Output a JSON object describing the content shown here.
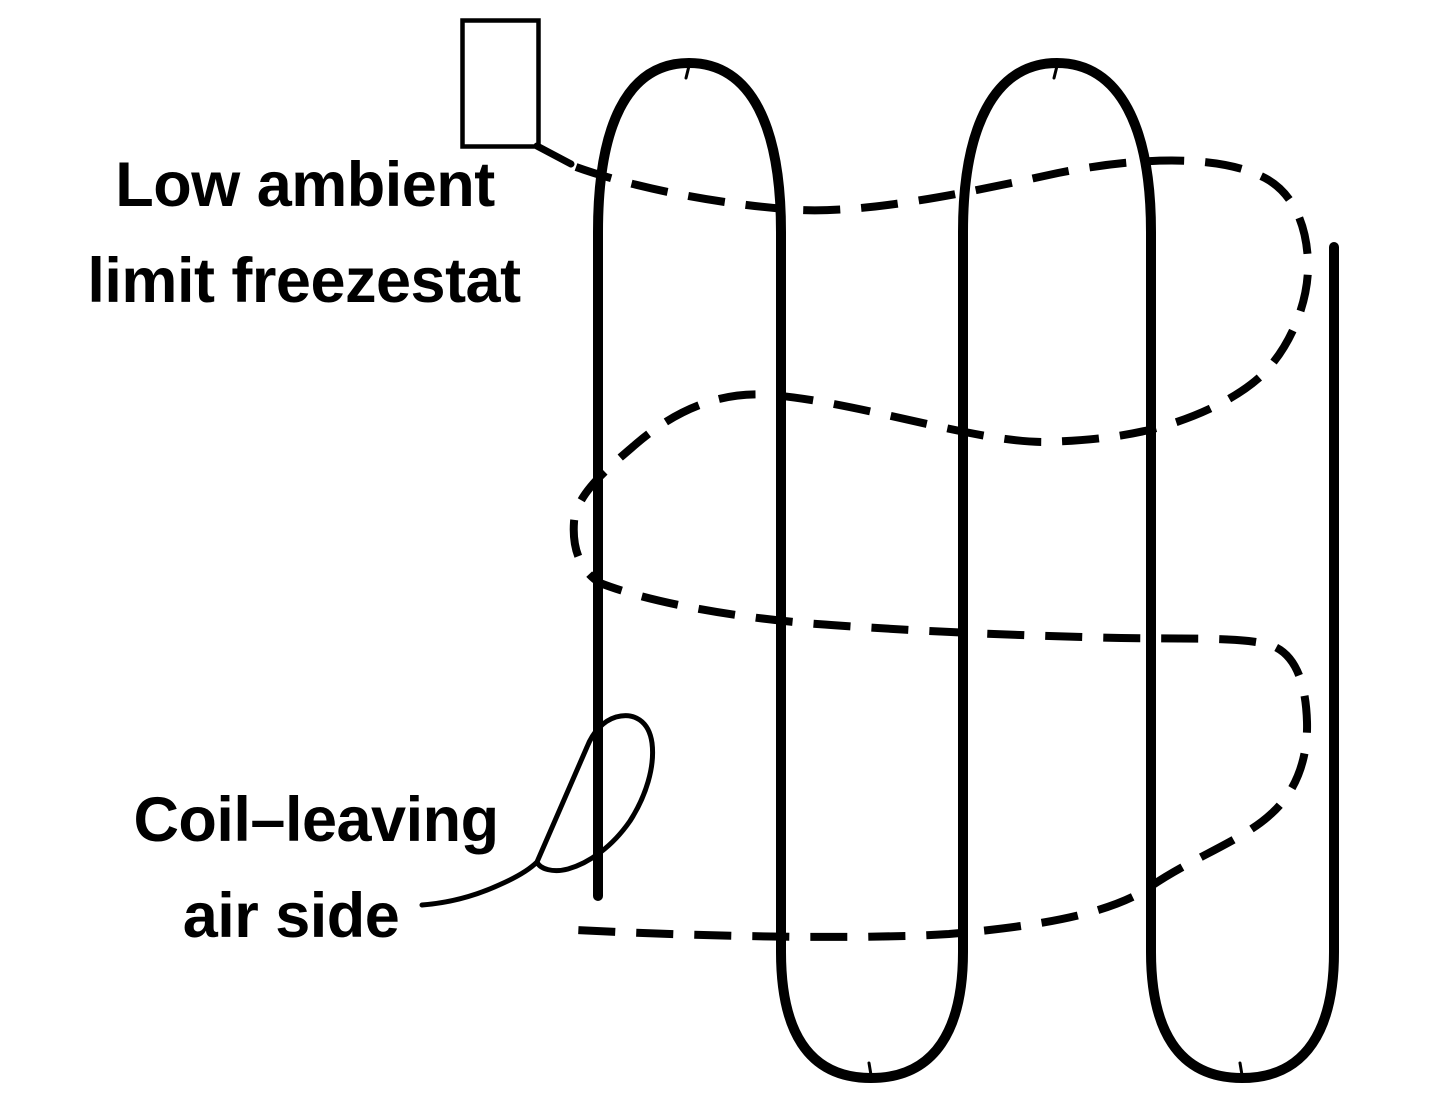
{
  "canvas": {
    "background": "#ffffff",
    "ink": "#000000"
  },
  "labels": {
    "freezestat": {
      "line1": "Low ambient",
      "line2": "limit freezestat"
    },
    "coil": {
      "line1": "Coil–leaving",
      "line2": "air side"
    }
  }
}
